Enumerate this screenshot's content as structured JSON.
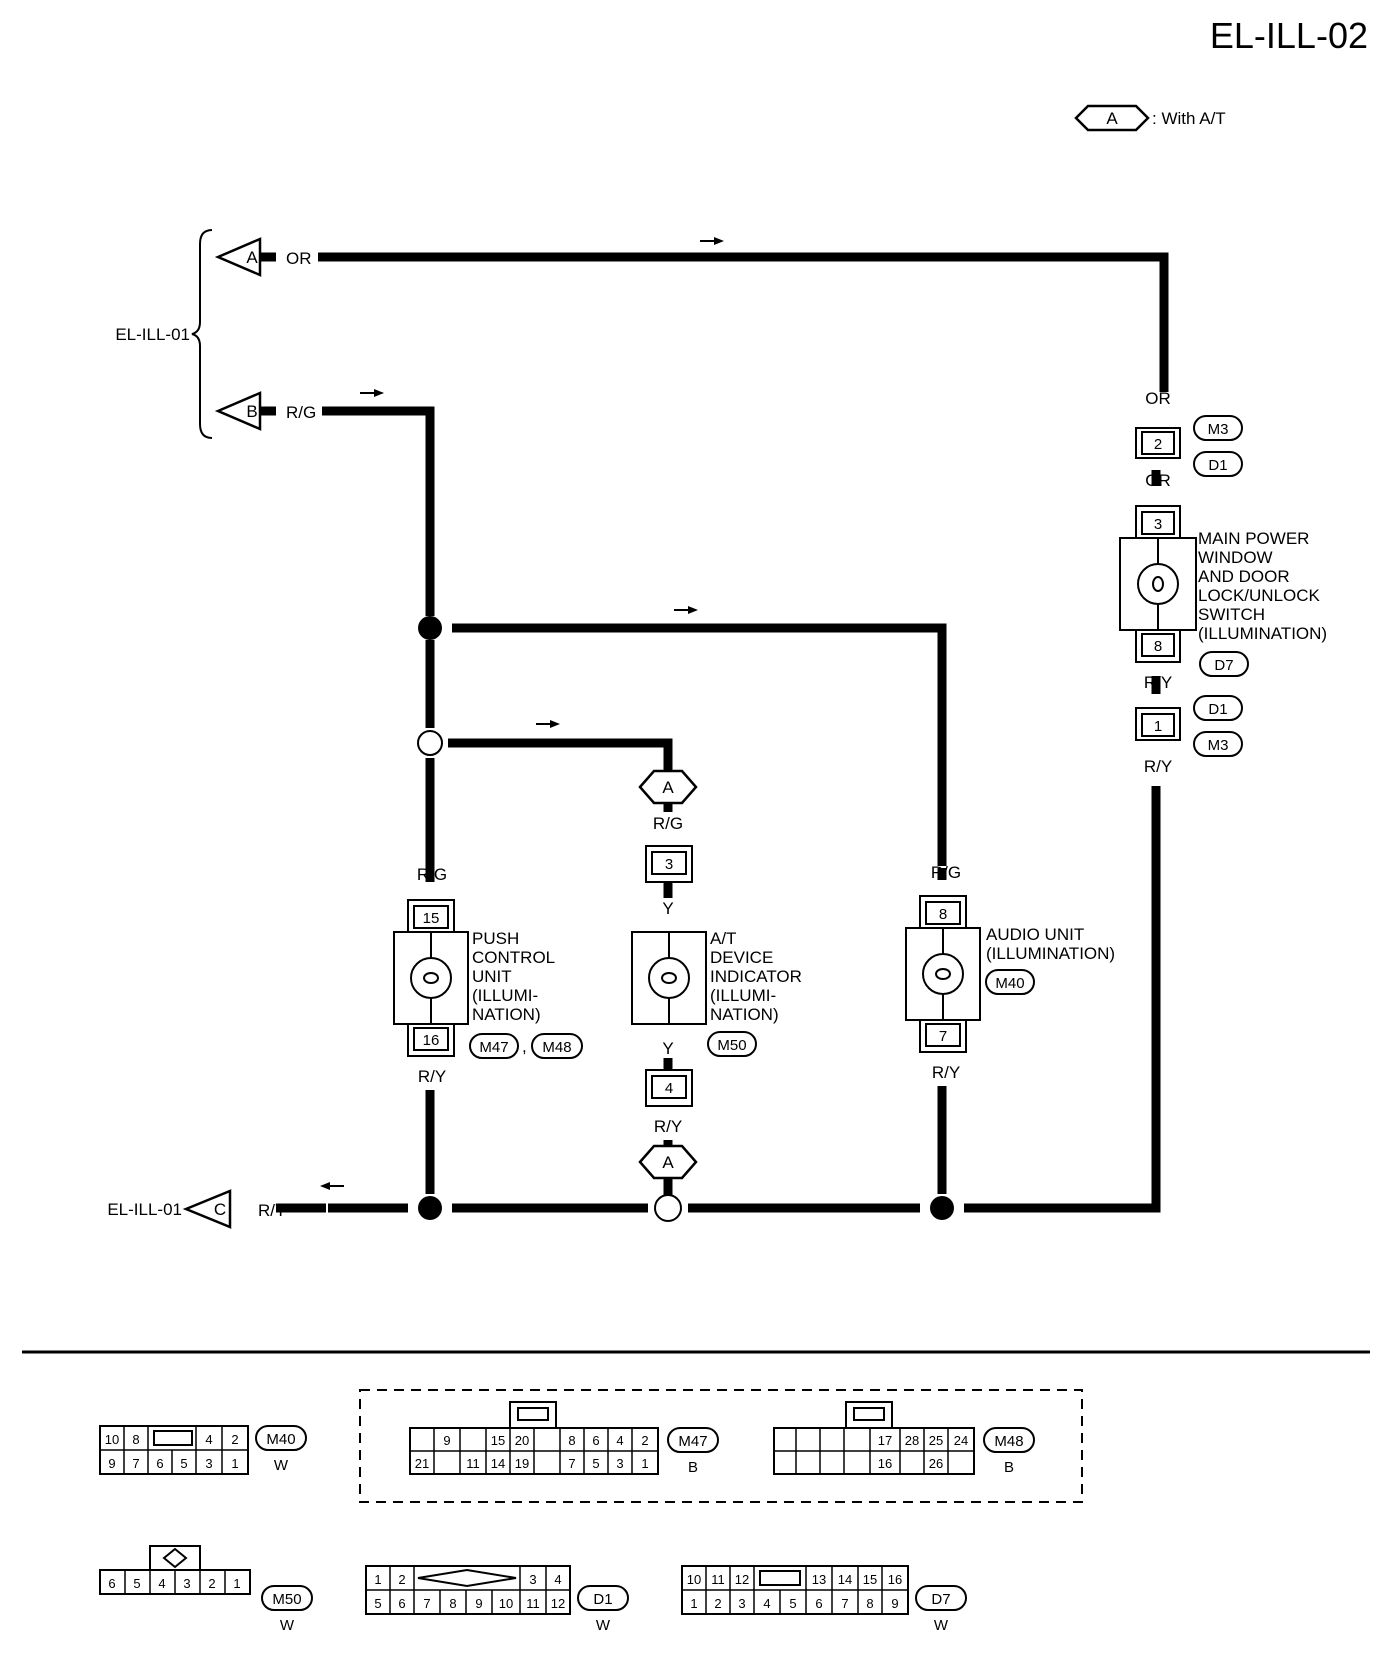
{
  "page_id": "EL-ILL-02",
  "legend": {
    "symbol": "A",
    "text": ": With A/T"
  },
  "offpage": {
    "ref_label": "EL-ILL-01",
    "connectors": [
      {
        "letter": "A",
        "wire": "OR"
      },
      {
        "letter": "B",
        "wire": "R/G"
      },
      {
        "letter": "C",
        "wire": "R/Y"
      }
    ]
  },
  "option_connector": {
    "letter": "A"
  },
  "components": {
    "push_control": {
      "label_lines": [
        "PUSH",
        "CONTROL",
        "UNIT",
        "(ILLUMI-",
        "NATION)"
      ],
      "top_pin": "15",
      "bottom_pin": "16",
      "connectors": [
        "M47",
        "M48"
      ],
      "separator": ",",
      "wire_top": "R/G",
      "wire_bottom": "R/Y"
    },
    "at_device": {
      "label_lines": [
        "A/T",
        "DEVICE",
        "INDICATOR",
        "(ILLUMI-",
        "NATION)"
      ],
      "connector": "M50",
      "wire_top": "R/G",
      "top_pin": "3",
      "mid_top_wire": "Y",
      "mid_bottom_wire": "Y",
      "bottom_pin": "4",
      "wire_bottom": "R/Y"
    },
    "audio_unit": {
      "label_lines": [
        "AUDIO UNIT",
        "(ILLUMINATION)"
      ],
      "connector": "M40",
      "top_pin": "8",
      "bottom_pin": "7",
      "wire_top": "R/G",
      "wire_bottom": "R/Y"
    },
    "main_power_window": {
      "label_lines": [
        "MAIN POWER",
        "WINDOW",
        "AND DOOR",
        "LOCK/UNLOCK",
        "SWITCH",
        "(ILLUMINATION)"
      ],
      "connector": "D7",
      "top_pin": "3",
      "bottom_pin": "8",
      "wire_top_1": "OR",
      "jc_top_pin": "2",
      "jc_top_ids": [
        "M3",
        "D1"
      ],
      "wire_top_2": "OR",
      "wire_bottom_1": "R/Y",
      "jc_bottom_pin": "1",
      "jc_bottom_ids": [
        "D1",
        "M3"
      ],
      "wire_bottom_2": "R/Y"
    }
  },
  "connector_views": {
    "M40": {
      "id": "M40",
      "color": "W",
      "top": [
        "10",
        "8",
        "",
        "4",
        "2"
      ],
      "bottom": [
        "9",
        "7",
        "6",
        "5",
        "3",
        "1"
      ]
    },
    "M47": {
      "id": "M47",
      "color": "B",
      "top": [
        "",
        "9",
        "",
        "15",
        "20",
        "",
        "8",
        "6",
        "4",
        "2"
      ],
      "bottom": [
        "21",
        "",
        "11",
        "14",
        "19",
        "",
        "7",
        "5",
        "3",
        "1"
      ]
    },
    "M48": {
      "id": "M48",
      "color": "B",
      "top": [
        "",
        "",
        "",
        "",
        "",
        "17",
        "28",
        "25",
        "24"
      ],
      "bottom": [
        "",
        "",
        "",
        "",
        "",
        "16",
        "",
        "26",
        ""
      ]
    },
    "M50": {
      "id": "M50",
      "color": "W",
      "row": [
        "6",
        "5",
        "4",
        "3",
        "2",
        "1"
      ]
    },
    "D1": {
      "id": "D1",
      "color": "W",
      "top": [
        "1",
        "2",
        "",
        "3",
        "4"
      ],
      "bottom": [
        "5",
        "6",
        "7",
        "8",
        "9",
        "10",
        "11",
        "12"
      ]
    },
    "D7": {
      "id": "D7",
      "color": "W",
      "top": [
        "10",
        "11",
        "12",
        "",
        "13",
        "14",
        "15",
        "16"
      ],
      "bottom": [
        "1",
        "2",
        "3",
        "4",
        "5",
        "6",
        "7",
        "8",
        "9"
      ]
    }
  }
}
